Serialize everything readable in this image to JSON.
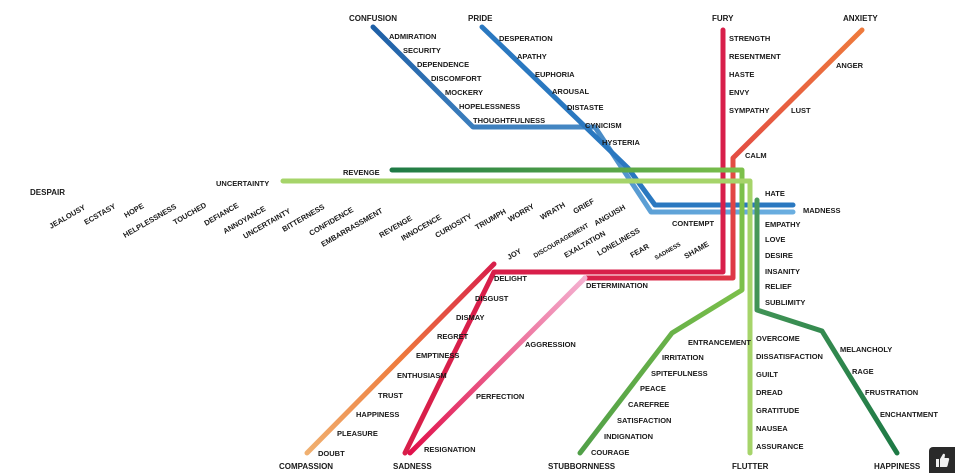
{
  "endpoints": {
    "confusion": "CONFUSION",
    "pride": "PRIDE",
    "fury": "FURY",
    "anxiety": "ANXIETY",
    "despair": "DESPAIR",
    "compassion": "COMPASSION",
    "sadness": "SADNESS",
    "stubbornness": "STUBBORNNESS",
    "flutter": "FLUTTER",
    "happiness": "HAPPINESS"
  },
  "stations": {
    "confusion_line": [
      "ADMIRATION",
      "SECURITY",
      "DEPENDENCE",
      "DISCOMFORT",
      "MOCKERY",
      "HOPELESSNESS",
      "THOUGHTFULNESS"
    ],
    "pride_line": [
      "DESPERATION",
      "APATHY",
      "EUPHORIA",
      "AROUSAL",
      "DISTASTE",
      "CYNICISM",
      "HYSTERIA"
    ],
    "fury_line": [
      "STRENGTH",
      "RESENTMENT",
      "HASTE",
      "ENVY",
      "SYMPATHY"
    ],
    "anxiety_line": [
      "ANGER",
      "LUST",
      "CALM"
    ],
    "despair_line": [
      "JEALOUSY",
      "ECSTASY",
      "HOPE",
      "HELPLESSNESS",
      "TOUCHED",
      "DEFIANCE",
      "ANNOYANCE",
      "UNCERTAINTY",
      "BITTERNESS",
      "CONFIDENCE",
      "EMBARRASSMENT",
      "REVENGE",
      "INNOCENCE",
      "CURIOSITY",
      "TRIUMPH",
      "WORRY",
      "WRATH",
      "GRIEF",
      "ANGUISH",
      "DISCOURAGEMENT",
      "EXALTATION",
      "LONELINESS",
      "FEAR",
      "SADNESS",
      "SHAME",
      "JOY"
    ],
    "top_labels": {
      "uncertainty": "UNCERTAINTY",
      "revenge": "REVENGE",
      "contempt": "CONTEMPT"
    },
    "center": [
      "HATE",
      "MADNESS",
      "EMPATHY",
      "LOVE",
      "DESIRE",
      "INSANITY",
      "RELIEF",
      "SUBLIMITY"
    ],
    "compassion_line": [
      "DELIGHT",
      "DISGUST",
      "DISMAY",
      "REGRET",
      "EMPTINESS",
      "ENTHUSIASM",
      "TRUST",
      "HAPPINESS",
      "PLEASURE",
      "DOUBT"
    ],
    "sadness_line": [
      "DETERMINATION",
      "AGGRESSION",
      "PERFECTION",
      "RESIGNATION"
    ],
    "stubbornness_line": [
      "ENTRANCEMENT",
      "IRRITATION",
      "SPITEFULNESS",
      "PEACE",
      "CAREFREE",
      "SATISFACTION",
      "INDIGNATION",
      "COURAGE"
    ],
    "flutter_line": [
      "OVERCOME",
      "DISSATISFACTION",
      "GUILT",
      "DREAD",
      "GRATITUDE",
      "NAUSEA",
      "ASSURANCE"
    ],
    "happiness_line": [
      "MELANCHOLY",
      "RAGE",
      "FRUSTRATION",
      "ENCHANTMENT"
    ]
  },
  "colors": {
    "navy": "#1e5fa6",
    "blue_light": "#6aaee0",
    "red": "#d81f4a",
    "orange": "#ee7a3c",
    "green_dark": "#1e7a45",
    "green_mid": "#4aa64a",
    "green_light": "#a6d46a",
    "pink": "#e61e5a",
    "pink_light": "#f4a0c8",
    "orange_start": "#f0a060"
  }
}
